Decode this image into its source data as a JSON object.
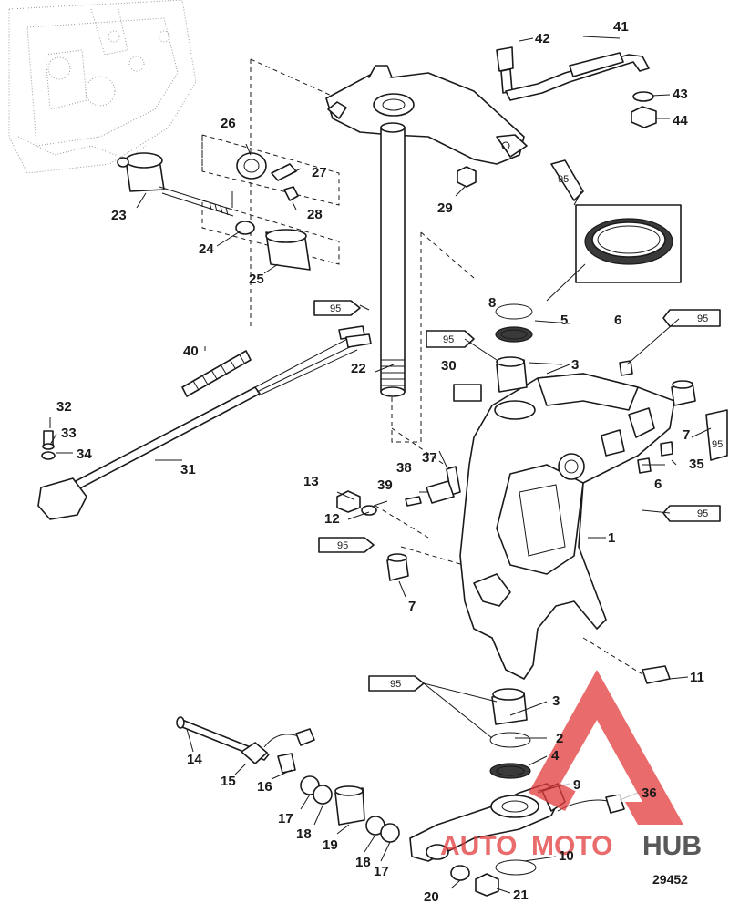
{
  "figure_number": "29452",
  "watermark": {
    "part1": "AUTO",
    "part2": "MOTO",
    "part3": "HUB",
    "color_red": "#e23a3a",
    "color_dark": "#222222"
  },
  "lubricant_code": "95",
  "callouts": {
    "c1": "1",
    "c2": "2",
    "c3a": "3",
    "c3b": "3",
    "c4": "4",
    "c5": "5",
    "c6a": "6",
    "c6b": "6",
    "c7a": "7",
    "c7b": "7",
    "c8": "8",
    "c9": "9",
    "c10": "10",
    "c11": "11",
    "c12": "12",
    "c13": "13",
    "c14": "14",
    "c15": "15",
    "c16": "16",
    "c17a": "17",
    "c17b": "17",
    "c18a": "18",
    "c18b": "18",
    "c19": "19",
    "c20": "20",
    "c21": "21",
    "c22": "22",
    "c23": "23",
    "c24": "24",
    "c25": "25",
    "c26": "26",
    "c27": "27",
    "c28": "28",
    "c29": "29",
    "c30": "30",
    "c31": "31",
    "c32": "32",
    "c33": "33",
    "c34": "34",
    "c35": "35",
    "c36": "36",
    "c37": "37",
    "c38": "38",
    "c39": "39",
    "c40": "40",
    "c41": "41",
    "c42": "42",
    "c43": "43",
    "c44": "44"
  }
}
